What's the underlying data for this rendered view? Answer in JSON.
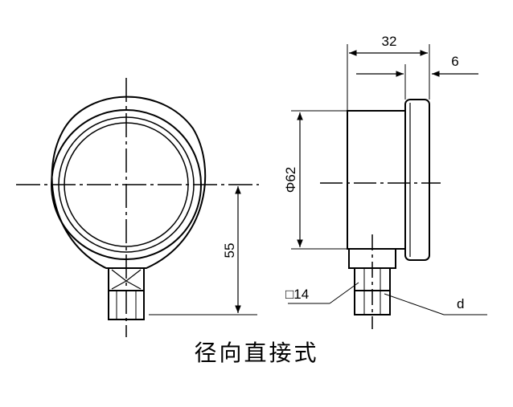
{
  "diagram": {
    "title": "径向直接式",
    "dimensions": {
      "depth": "32",
      "flange": "6",
      "diameter": "Φ62",
      "height": "55",
      "square": "□14",
      "thread": "d"
    }
  }
}
